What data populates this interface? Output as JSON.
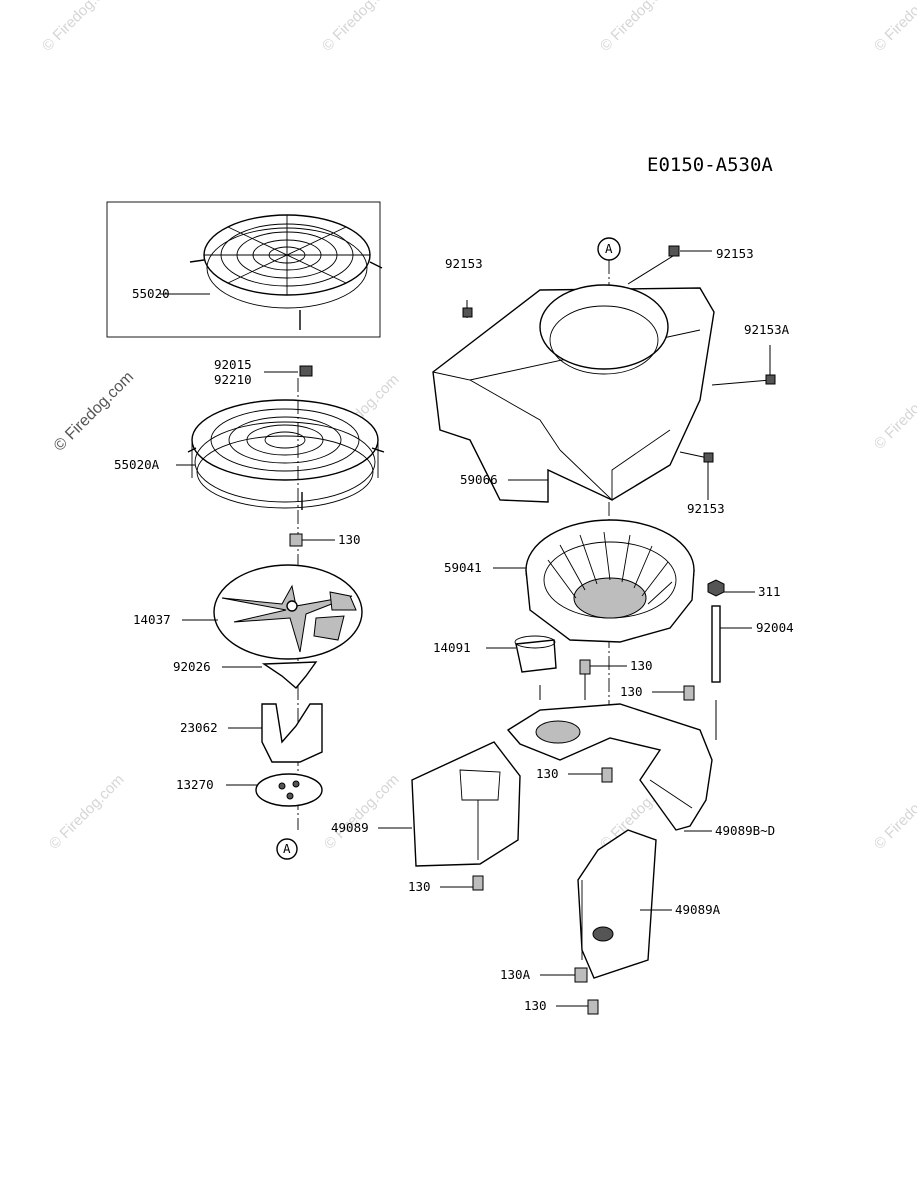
{
  "diagram": {
    "code": "E0150-A530A",
    "watermark": "© Firedog.com",
    "labels": {
      "l55020": "55020",
      "l92015": "92015",
      "l92210": "92210",
      "l55020A": "55020A",
      "l130_fan": "130",
      "l14037": "14037",
      "l92026": "92026",
      "l23062": "23062",
      "l13270": "13270",
      "refA_left": "A",
      "refA_top": "A",
      "l92153_a": "92153",
      "l92153_b": "92153",
      "l92153A": "92153A",
      "l92153_c": "92153",
      "l59066": "59066",
      "l59041": "59041",
      "l311": "311",
      "l92004": "92004",
      "l14091": "14091",
      "l130_a": "130",
      "l130_b": "130",
      "l130_c": "130",
      "l49089": "49089",
      "l49089BD": "49089B~D",
      "l130_d": "130",
      "l49089A": "49089A",
      "l130A": "130A",
      "l130_e": "130"
    }
  }
}
